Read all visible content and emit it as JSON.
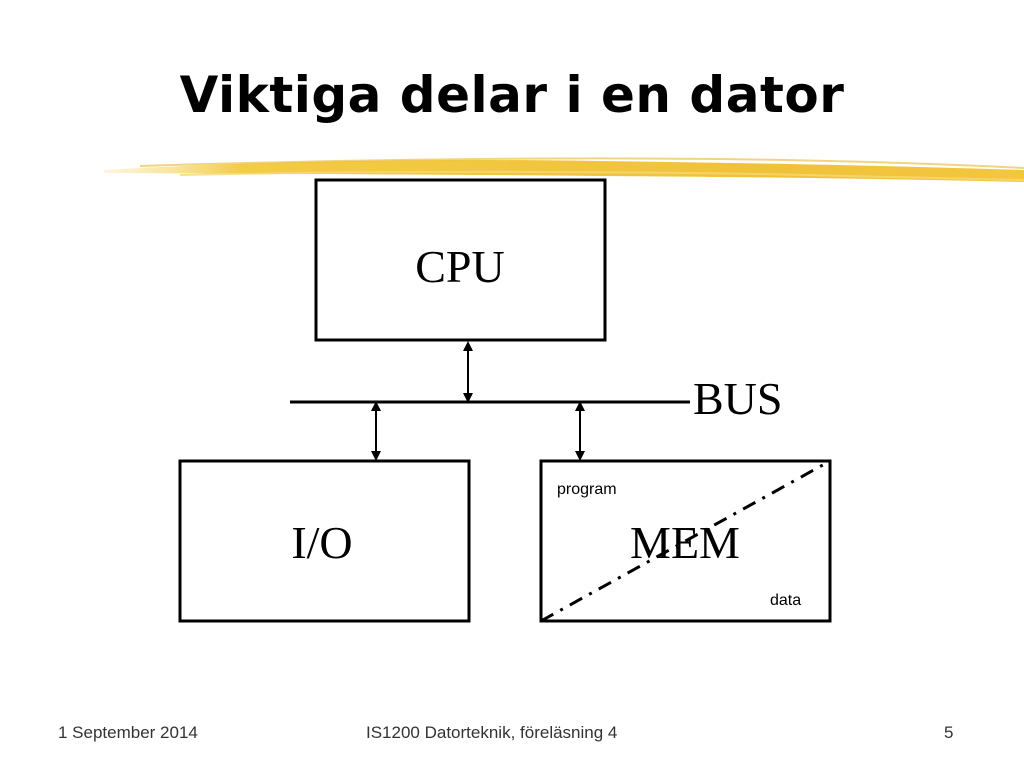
{
  "slide": {
    "title": "Viktiga delar i en dator",
    "accent_color": "#f2c94c"
  },
  "diagram": {
    "cpu_label": "CPU",
    "bus_label": "BUS",
    "io_label": "I/O",
    "mem_label": "MEM",
    "mem_program_label": "program",
    "mem_data_label": "data"
  },
  "footer": {
    "date": "1 September 2014",
    "course": "IS1200 Datorteknik, föreläsning 4",
    "page": "5"
  }
}
